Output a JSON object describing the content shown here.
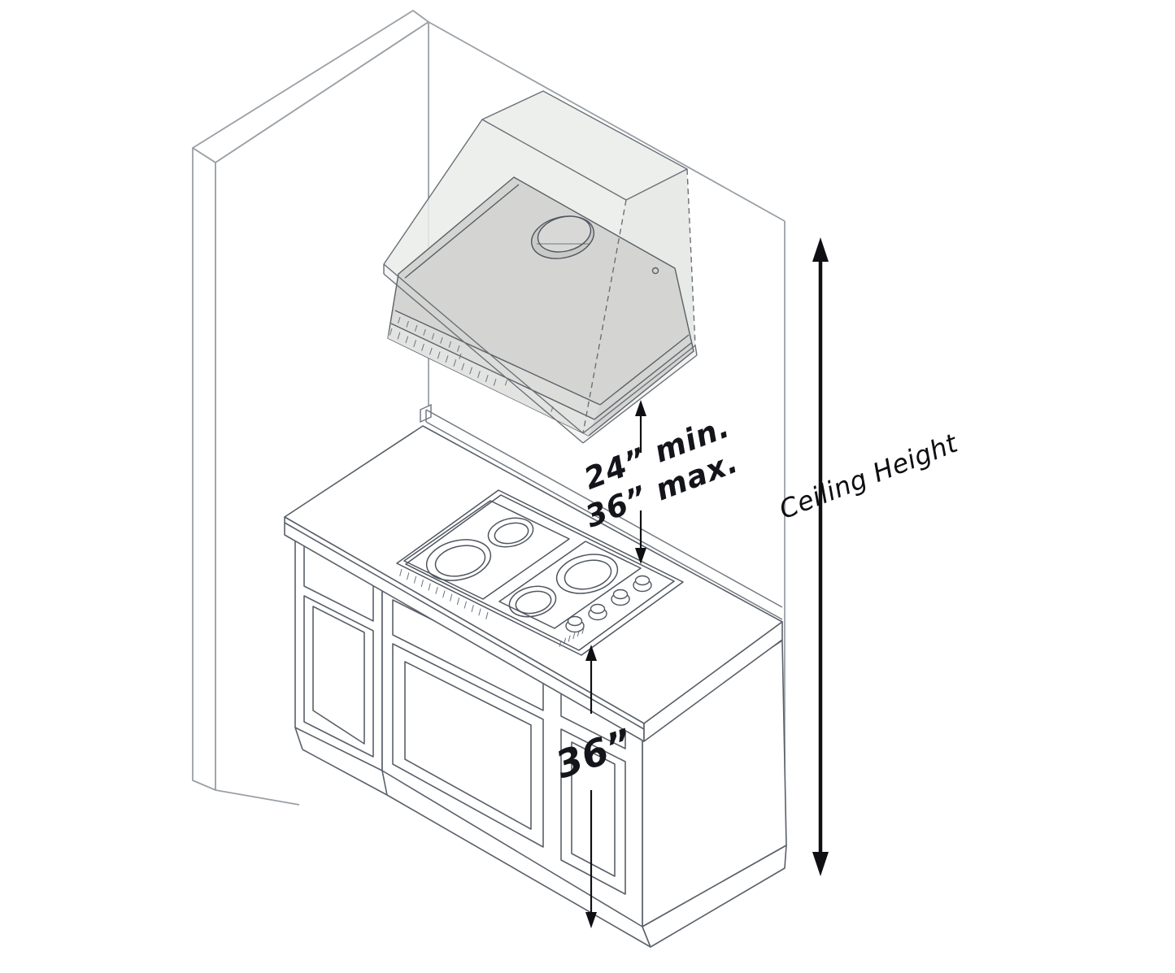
{
  "diagram": {
    "type": "range-hood-installation-diagram",
    "annotations": {
      "hood_clearance_min": "24” min.",
      "hood_clearance_max": "36” max.",
      "counter_height": "36”",
      "ceiling_height": "Ceiling Height"
    },
    "colors": {
      "background": "#ffffff",
      "wall_line": "#9aa0a6",
      "cabinet_line": "#596069",
      "hood_canopy_fill": "#eaecea",
      "hood_liner_fill": "#d4d5d3",
      "annotation_ink": "#101014"
    }
  }
}
